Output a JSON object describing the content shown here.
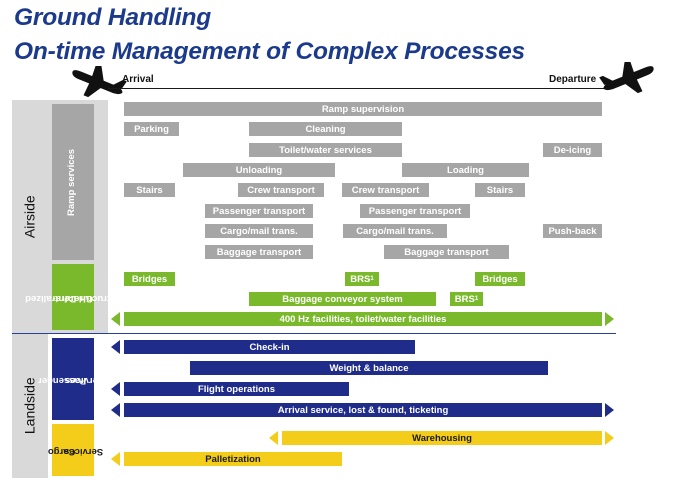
{
  "title": {
    "line1": "Ground Handling",
    "line2": "On-time Management of Complex Processes"
  },
  "timeline": {
    "arrival": "Arrival",
    "departure": "Departure"
  },
  "sections": {
    "airside": "Airside",
    "landside": "Landside",
    "ramp_services": "Ramp services",
    "gh_infra_line1": "Centralized",
    "gh_infra_line2": "GH infra-",
    "gh_infra_line3": "structure",
    "passenger_line1": "Passenger",
    "passenger_line2": "services",
    "cargo_line1": "Cargo",
    "cargo_line2": "Services"
  },
  "ramp": {
    "ramp_supervision": "Ramp supervision",
    "parking": "Parking",
    "cleaning": "Cleaning",
    "toilet_water": "Toilet/water services",
    "de_icing": "De-icing",
    "unloading": "Unloading",
    "loading": "Loading",
    "stairs_arrival": "Stairs",
    "crew_arrival": "Crew  transport",
    "crew_departure": "Crew  transport",
    "stairs_departure": "Stairs",
    "passenger_arrival": "Passenger transport",
    "passenger_departure": "Passenger transport",
    "cargo_arrival": "Cargo/mail trans.",
    "cargo_departure": "Cargo/mail trans.",
    "push_back": "Push-back",
    "baggage_arrival": "Baggage transport",
    "baggage_departure": "Baggage transport"
  },
  "infra": {
    "bridges_arrival": "Bridges",
    "brs_1": "BRS",
    "brs_1_sup": "1",
    "bridges_departure": "Bridges",
    "baggage_conveyor": "Baggage conveyor system",
    "brs_2": "BRS",
    "brs_2_sup": "1",
    "facilities": "400 Hz facilities, toilet/water facilities"
  },
  "passenger": {
    "check_in": "Check-in",
    "weight_balance": "Weight & balance",
    "flight_operations": "Flight operations",
    "arrival_service": "Arrival service, lost & found, ticketing"
  },
  "cargo": {
    "warehousing": "Warehousing",
    "palletization": "Palletization"
  },
  "colors": {
    "title": "#1b3a8c",
    "ramp_gray": "#a6a6a6",
    "infra_green": "#7ab92c",
    "passenger_blue": "#1f2c8a",
    "cargo_yellow": "#f3cd1a",
    "panel_gray": "#d9d9d9"
  },
  "icons": {
    "arrival": "plane-landing-icon",
    "departure": "plane-takeoff-icon"
  }
}
